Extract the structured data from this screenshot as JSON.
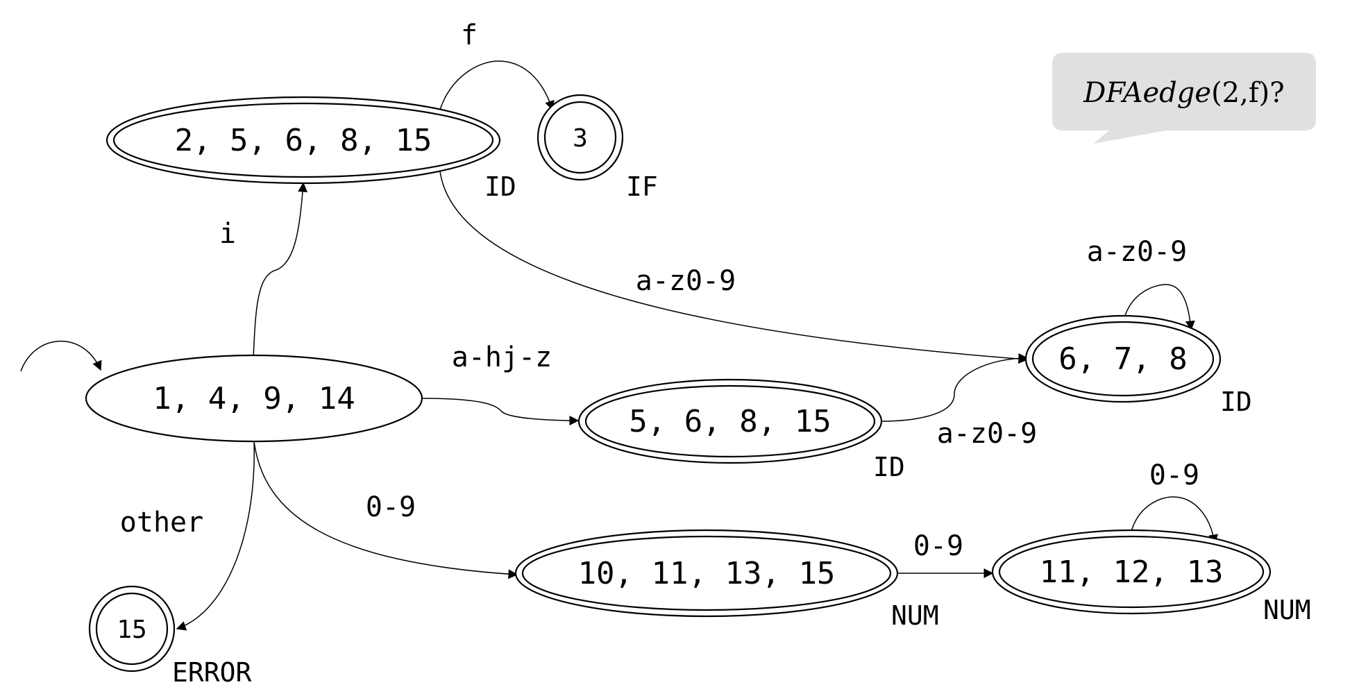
{
  "states": {
    "s1": {
      "label": "1, 4, 9, 14",
      "token": ""
    },
    "s2": {
      "label": "2, 5, 6, 8, 15",
      "token": "ID"
    },
    "s3": {
      "label": "3",
      "token": "IF"
    },
    "s5": {
      "label": "5, 6, 8, 15",
      "token": "ID"
    },
    "s6": {
      "label": "6, 7, 8",
      "token": "ID"
    },
    "s10": {
      "label": "10, 11, 13, 15",
      "token": "NUM"
    },
    "s11": {
      "label": "11, 12, 13",
      "token": "NUM"
    },
    "s15": {
      "label": "15",
      "token": "ERROR"
    }
  },
  "edges": {
    "s1_s2": "i",
    "s2_s3": "f",
    "s2_s6": "a-z0-9",
    "s1_s5": "a-hj-z",
    "s5_s6": "a-z0-9",
    "s6_self": "a-z0-9",
    "s1_s10": "0-9",
    "s10_s11": "0-9",
    "s11_self": "0-9",
    "s1_s15": "other"
  },
  "callout": {
    "func": "DFAedge",
    "args": "(2,",
    "arg2": "f",
    "close": ")?"
  }
}
